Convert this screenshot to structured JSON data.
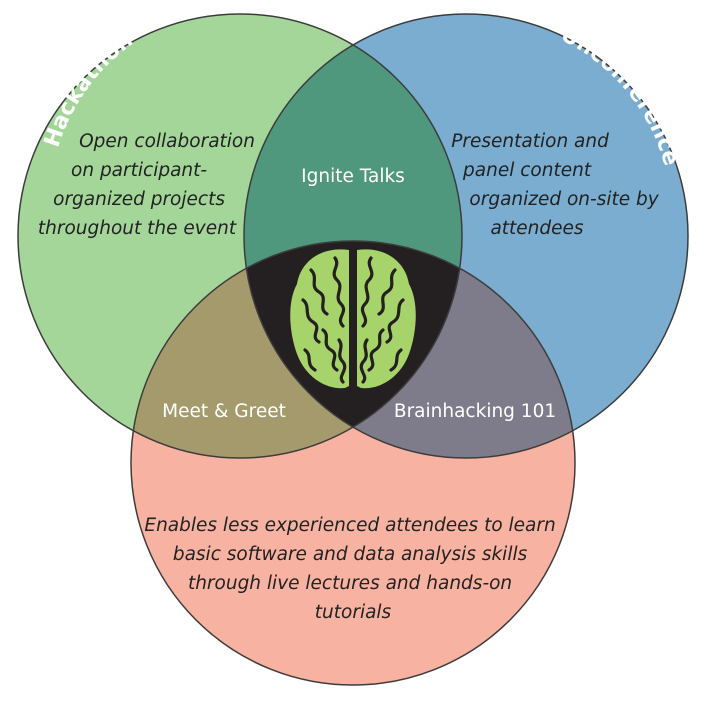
{
  "circles": {
    "hackathon": {
      "title": "Hackathon",
      "description": [
        "Open collaboration",
        "on participant-",
        "organized projects",
        "throughout the event"
      ],
      "color": "#a4d69a"
    },
    "unconference": {
      "title": "Unconference",
      "description": [
        "Presentation and",
        "panel content",
        "organized on-site by",
        "attendees"
      ],
      "color": "#7aadcf"
    },
    "educational": {
      "title": "Educational",
      "description": [
        "Enables less experienced attendees to learn",
        "basic software and data analysis skills",
        "through live lectures and hands-on",
        "tutorials"
      ],
      "color": "#f8b2a1"
    }
  },
  "overlaps": {
    "hackathon_unconference": {
      "label": "Ignite Talks",
      "color": "#4f977d"
    },
    "hackathon_educational": {
      "label": "Meet & Greet",
      "color": "#a59a6c"
    },
    "unconference_educational": {
      "label": "Brainhacking 101",
      "color": "#7e7b8a"
    },
    "center": {
      "icon": "brain-icon",
      "color": "#241f20",
      "icon_color": "#a6d36a"
    }
  }
}
